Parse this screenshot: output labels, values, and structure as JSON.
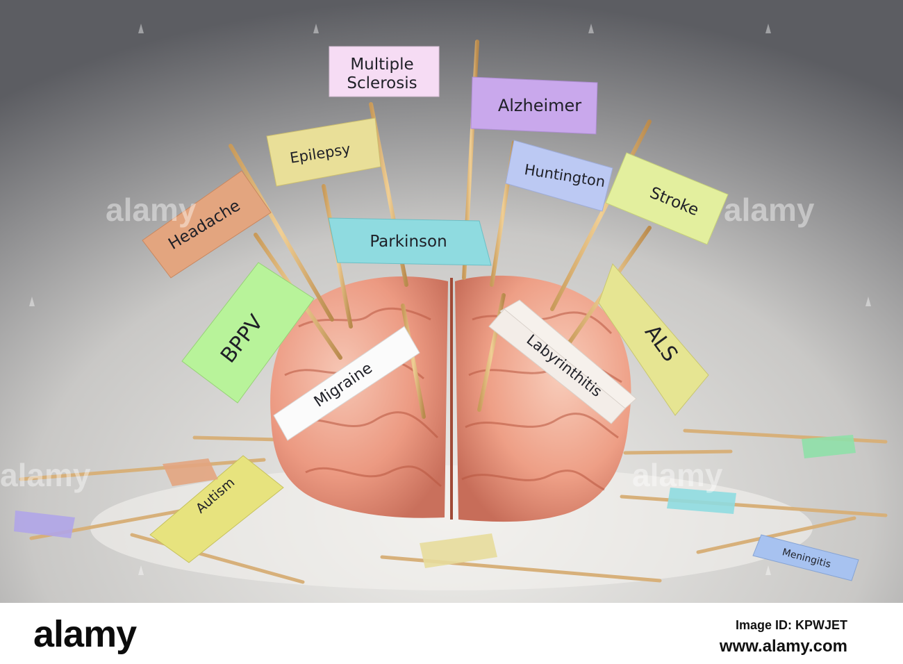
{
  "flags": {
    "multiple_sclerosis": [
      "Multiple",
      "Sclerosis"
    ],
    "alzheimer": "Alzheimer",
    "epilepsy": "Epilepsy",
    "huntington": "Huntington",
    "stroke": "Stroke",
    "headache": "Headache",
    "parkinson": "Parkinson",
    "bppv": "BPPV",
    "als": "ALS",
    "migraine": "Migraine",
    "labyrinthitis": "Labyrinthitis",
    "autism": "Autism",
    "meningitis": "Meningitis"
  },
  "watermark": {
    "text": "alamy"
  },
  "footer": {
    "logo": "alamy",
    "image_id": "Image ID: KPWJET",
    "url": "www.alamy.com"
  },
  "colors": {
    "multiple_sclerosis": "#f6dcf4",
    "alzheimer": "#c9a8ec",
    "epilepsy": "#e9df98",
    "huntington": "#bcc9f3",
    "stroke": "#e3ef9e",
    "headache": "#e3a57f",
    "parkinson": "#8fdbe0",
    "bppv": "#b8f39a",
    "als": "#e6e592",
    "migraine": "#fbfbfb",
    "labyrinthitis": "#f6f1ec",
    "autism": "#e7e37e",
    "meningitis": "#a7c2f0",
    "brain": "#f0a48c"
  }
}
